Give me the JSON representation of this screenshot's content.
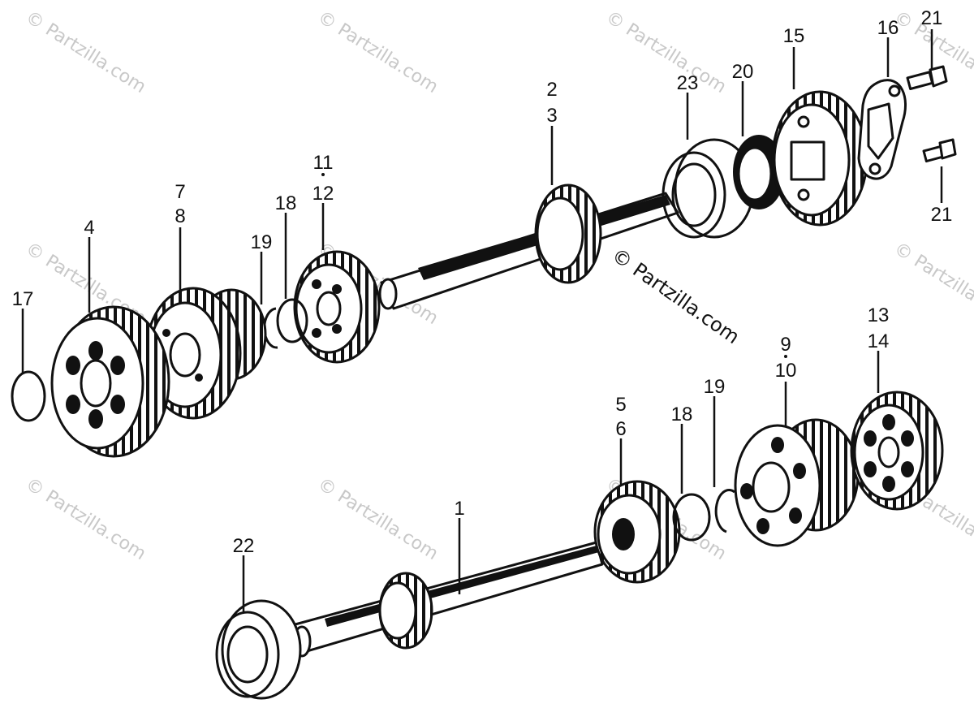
{
  "watermark": {
    "text": "© Partzilla.com",
    "inline_text": "© Partzilla.com"
  },
  "callouts": {
    "c17": "17",
    "c4": "4",
    "c7": "7",
    "c8": "8",
    "c19a": "19",
    "c18a": "18",
    "c11": "11",
    "c12": "12",
    "c2": "2",
    "c3": "3",
    "c23": "23",
    "c20": "20",
    "c15": "15",
    "c16": "16",
    "c21a": "21",
    "c21b": "21",
    "c5": "5",
    "c6": "6",
    "c18b": "18",
    "c19b": "19",
    "c9": "9",
    "c10": "10",
    "c13": "13",
    "c14": "14",
    "c1": "1",
    "c22": "22"
  }
}
